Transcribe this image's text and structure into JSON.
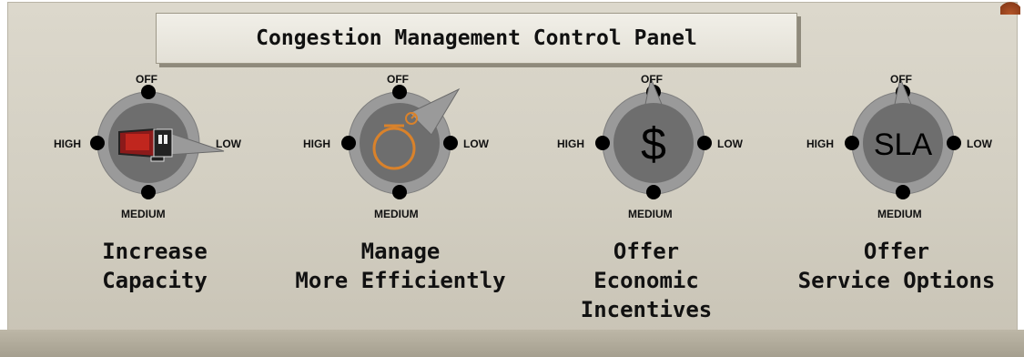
{
  "title": "Congestion Management Control Panel",
  "dials": [
    {
      "off": "OFF",
      "low": "LOW",
      "high": "HIGH",
      "medium": "MEDIUM",
      "icon": "battery-icon",
      "caption_line1": "Increase",
      "caption_line2": "Capacity",
      "caption_line3": ""
    },
    {
      "off": "OFF",
      "low": "LOW",
      "high": "HIGH",
      "medium": "MEDIUM",
      "icon": "stopwatch-icon",
      "caption_line1": "Manage",
      "caption_line2": "More Efficiently",
      "caption_line3": ""
    },
    {
      "off": "OFF",
      "low": "LOW",
      "high": "HIGH",
      "medium": "MEDIUM",
      "icon": "dollar-icon",
      "icon_text": "$",
      "caption_line1": "Offer",
      "caption_line2": "Economic",
      "caption_line3": "Incentives"
    },
    {
      "off": "OFF",
      "low": "LOW",
      "high": "HIGH",
      "medium": "MEDIUM",
      "icon": "sla-icon",
      "icon_text": "SLA",
      "caption_line1": "Offer",
      "caption_line2": "Service Options",
      "caption_line3": ""
    }
  ],
  "colors": {
    "panel": "#d3cfc2",
    "dial_outer": "#9a9a9a",
    "dial_inner": "#6e6e6e",
    "dot": "#000000",
    "stopwatch": "#d9822b",
    "battery": "#8b1a1a"
  }
}
